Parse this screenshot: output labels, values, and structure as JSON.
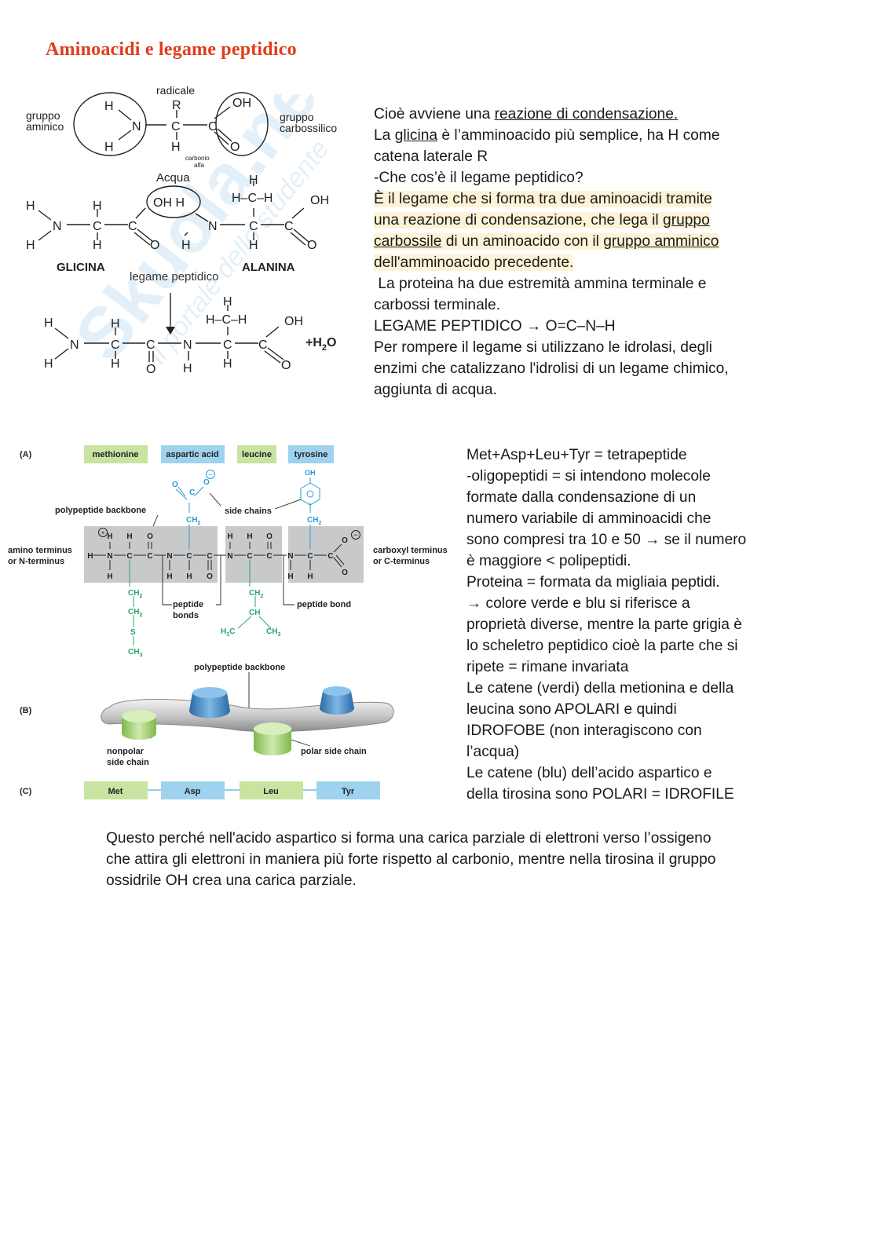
{
  "title": "Aminoacidi e legame peptidico",
  "watermark": {
    "line1": "Skuola.net",
    "line2": "il portale dello studente"
  },
  "figure1": {
    "radicale": "radicale",
    "gruppo_aminico": [
      "gruppo",
      "aminico"
    ],
    "gruppo_carbossilico": [
      "gruppo",
      "carbossilico"
    ],
    "carbonio_alfa": [
      "carbonio",
      "alfa"
    ],
    "acqua": "Acqua",
    "glicina": "GLICINA",
    "alanina": "ALANINA",
    "legame_peptidico": "legame peptidico",
    "water_product": "+H",
    "water_sub": "2",
    "water_o": "O",
    "atoms": {
      "H": "H",
      "N": "N",
      "C": "C",
      "O": "O",
      "R": "R",
      "OH": "OH",
      "OH_H": "OH  H",
      "HCH": "H–C–H"
    }
  },
  "text1": {
    "line1_pre": "Cioè avviene una ",
    "line1_link": "reazione di condensazione.",
    "line2_pre": "La ",
    "line2_link": "glicina",
    "line2_post": " è l’amminoacido più semplice, ha H come",
    "line3": "catena laterale R",
    "line4": "-Che cos’è il legame peptidico?",
    "line5": "È il legame che si forma tra due aminoacidi tramite",
    "line6_pre": "una reazione di condensazione, che lega il ",
    "line6_link": "gruppo",
    "line7_link": "carbossile",
    "line7_mid": " di un aminoacido con il ",
    "line7_link2": "gruppo amminico",
    "line8": "dell'amminoacido precedente.",
    "line9": " La proteina ha due estremità ammina terminale e",
    "line10": "carbossi terminale.",
    "line11": "LEGAME PEPTIDICO → O=C–N–H",
    "line12": "Per rompere il legame si utilizzano le idrolasi, degli",
    "line13": "enzimi che catalizzano l'idrolisi di un legame chimico,",
    "line14": "aggiunta di acqua."
  },
  "figure2": {
    "panel_a": "(A)",
    "panel_b": "(B)",
    "panel_c": "(C)",
    "aa_labels": [
      "methionine",
      "aspartic acid",
      "leucine",
      "tyrosine"
    ],
    "polypeptide_backbone": "polypeptide backbone",
    "side_chains": "side chains",
    "amino_terminus": [
      "amino terminus",
      "or N-terminus"
    ],
    "carboxyl_terminus": [
      "carboxyl terminus",
      "or C-terminus"
    ],
    "peptide_bonds": [
      "peptide",
      "bonds"
    ],
    "peptide_bond": "peptide bond",
    "nonpolar_side_chain": [
      "nonpolar",
      "side chain"
    ],
    "polar_side_chain": "polar side chain",
    "sequence": [
      "Met",
      "Asp",
      "Leu",
      "Tyr"
    ],
    "chem": {
      "CH2": "CH",
      "CH3": "CH",
      "CH": "CH",
      "S": "S",
      "OH": "OH",
      "H3C": "H",
      "O": "O",
      "C": "C",
      "N": "N",
      "H": "H",
      "sub2": "2",
      "sub3": "3"
    },
    "colors": {
      "green": "#c9e3a0",
      "blue": "#9fd2ee",
      "gray": "#c8c9ca",
      "greenText": "#2aa46a",
      "blueText": "#2b9bd6"
    }
  },
  "text2": {
    "l1": "Met+Asp+Leu+Tyr = tetrapeptide",
    "l2": "-oligopeptidi = si intendono molecole",
    "l3": "formate dalla condensazione di un",
    "l4": "numero variabile di amminoacidi che",
    "l5": "sono compresi tra 10 e 50 → se il numero",
    "l6": "è maggiore < polipeptidi.",
    "l7": "Proteina = formata da migliaia peptidi.",
    "l8": "→ colore verde e blu si riferisce a",
    "l9": "proprietà diverse, mentre la parte grigia è",
    "l10": "lo scheletro peptidico cioè la parte che si",
    "l11": "ripete = rimane invariata",
    "l12": "Le catene (verdi) della metionina e della",
    "l13": "leucina sono APOLARI e quindi",
    "l14": "IDROFOBE (non interagiscono con",
    "l15": "l’acqua)",
    "l16": "Le catene (blu) dell’acido aspartico e",
    "l17": "della tirosina sono POLARI = IDROFILE"
  },
  "text3": {
    "l1": "Questo perché nell'acido aspartico si forma una carica parziale di elettroni verso l’ossigeno",
    "l2": "che attira gli elettroni in maniera più forte rispetto al carbonio, mentre nella tirosina il gruppo",
    "l3": "ossidrile OH crea una carica parziale."
  }
}
